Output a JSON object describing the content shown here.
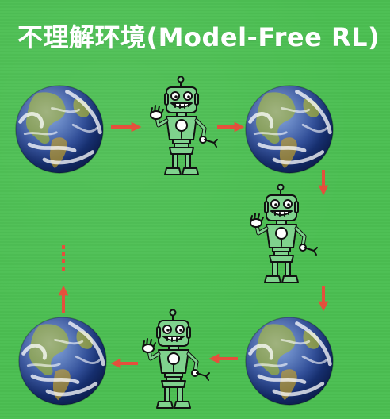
{
  "title": "不理解环境(Model-Free RL)",
  "colors": {
    "background": "#4bbf52",
    "arrow": "#e4503c",
    "title": "#ffffff",
    "robot_fill": "#7fd28d",
    "robot_stroke": "#111111"
  },
  "nodes": [
    {
      "kind": "earth",
      "name": "earth-top-left"
    },
    {
      "kind": "robot",
      "name": "robot-top-middle"
    },
    {
      "kind": "earth",
      "name": "earth-top-right"
    },
    {
      "kind": "robot",
      "name": "robot-right-middle"
    },
    {
      "kind": "earth",
      "name": "earth-bottom-right"
    },
    {
      "kind": "robot",
      "name": "robot-bottom-middle"
    },
    {
      "kind": "earth",
      "name": "earth-bottom-left"
    }
  ],
  "flow": [
    "earth-top-left",
    "robot-top-middle",
    "earth-top-right",
    "robot-right-middle",
    "earth-bottom-right",
    "robot-bottom-middle",
    "earth-bottom-left",
    "continuation-ellipsis"
  ],
  "icons": [
    "earth-globe-icon",
    "robot-icon",
    "arrow-right-icon",
    "arrow-down-icon",
    "arrow-left-icon",
    "arrow-up-icon",
    "ellipsis-icon"
  ]
}
